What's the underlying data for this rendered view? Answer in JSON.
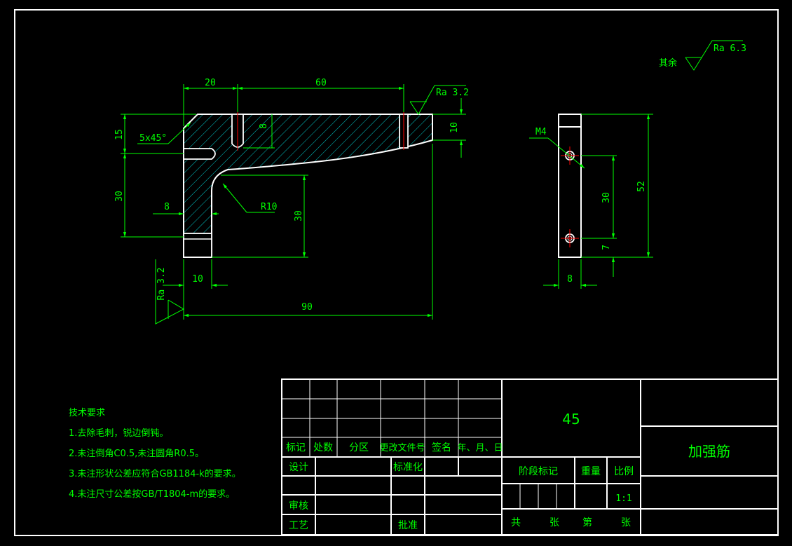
{
  "colors": {
    "background": "#000000",
    "outline": "#ffffff",
    "dimension": "#00ff00",
    "hatch": "#00c8c8",
    "center": "#ff0000"
  },
  "front_view": {
    "dims": {
      "d20": "20",
      "d60": "60",
      "d90": "90",
      "d15": "15",
      "d30_left": "30",
      "d30_mid": "30",
      "d8_top": "8",
      "d8_left": "8",
      "d10_right": "10",
      "d10_bottom": "10"
    },
    "chamfer": "5x45°",
    "radius": "R10",
    "roughness_top": "Ra 3.2",
    "roughness_left": "Ra 3.2"
  },
  "side_view": {
    "thread": "M4",
    "dims": {
      "d52": "52",
      "d30": "30",
      "d7": "7",
      "d8": "8"
    }
  },
  "other_roughness": {
    "label": "其余",
    "value": "Ra 6.3"
  },
  "tech_notes": {
    "title": "技术要求",
    "items": [
      "1.去除毛刺，锐边倒钝。",
      "2.未注倒角C0.5,未注圆角R0.5。",
      "3.未注形状公差应符合GB1184-k的要求。",
      "4.未注尺寸公差按GB/T1804-m的要求。"
    ]
  },
  "title_block": {
    "material": "45",
    "part_name": "加强筋",
    "revision_headers": [
      "标记",
      "处数",
      "分区",
      "更改文件号",
      "签名",
      "年、月、日"
    ],
    "design": "设计",
    "standardize": "标准化",
    "review": "审核",
    "process": "工艺",
    "approve": "批准",
    "stage_mark": "阶段标记",
    "weight": "重量",
    "scale_label": "比例",
    "scale": "1:1",
    "sheets_total": "共",
    "sheets_unit1": "张",
    "sheet_no": "第",
    "sheets_unit2": "张"
  }
}
